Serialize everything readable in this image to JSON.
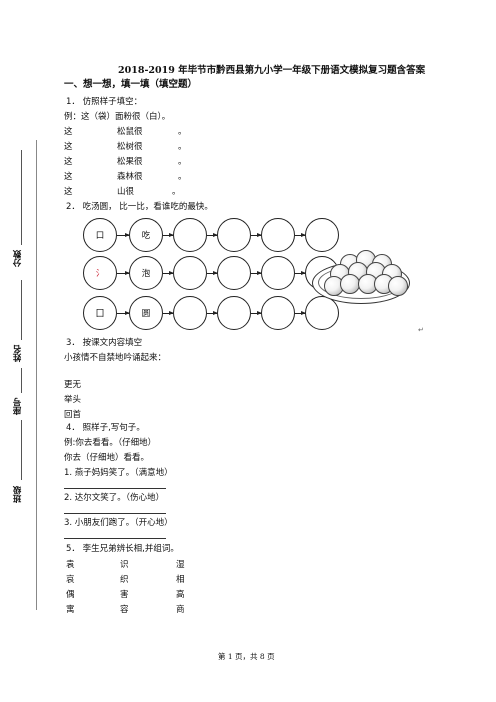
{
  "title": "2018-2019 年毕节市黔西县第九小学一年级下册语文模拟复习题含答案",
  "section1": "一、想一想，填一填（填空题）",
  "q1": {
    "stem": "1．  仿照样子填空：",
    "example": "例：这（袋）面粉很（白）。",
    "rows": [
      {
        "a": "这",
        "b": "松鼠很",
        "c": "。"
      },
      {
        "a": "这",
        "b": "松树很",
        "c": "。"
      },
      {
        "a": "这",
        "b": "松果很",
        "c": "。"
      },
      {
        "a": "这",
        "b": "森林很",
        "c": "。"
      },
      {
        "a": "这",
        "b": "山很",
        "c": "。"
      }
    ]
  },
  "q2": {
    "stem": "2．  吃汤圆，  比一比，看谁吃的最快。",
    "chains": [
      {
        "first": "口",
        "second": "吃"
      },
      {
        "first": "氵",
        "second": "泡"
      },
      {
        "first": "囗",
        "second": "圆"
      }
    ]
  },
  "q3": {
    "stem": "3．  按课文内容填空",
    "line": "小孩情不自禁地吟诵起来：",
    "items": [
      "更无",
      "举头",
      "回首"
    ]
  },
  "q4": {
    "stem": "4．  照样子,写句子。",
    "ex1": "例:你去看看。（仔细地）",
    "ex2": "你去（仔细地）看看。",
    "s1": "1.  燕子妈妈笑了。（满意地）",
    "s2": "2.  达尔文笑了。（伤心地）",
    "s3": "3.  小朋友们跑了。（开心地）"
  },
  "q5": {
    "stem": "5．  李生兄弟辨长相,并组词。",
    "rows": [
      [
        "袁",
        "识",
        "湿"
      ],
      [
        "哀",
        "织",
        "相"
      ],
      [
        "偶",
        "害",
        "高"
      ],
      [
        "寓",
        "容",
        "商"
      ]
    ]
  },
  "margin": {
    "score": "分数",
    "name": "姓名",
    "seat": "座号",
    "class": "班级"
  },
  "return_mark": "↵",
  "footer": "第 1 页，共 8 页"
}
